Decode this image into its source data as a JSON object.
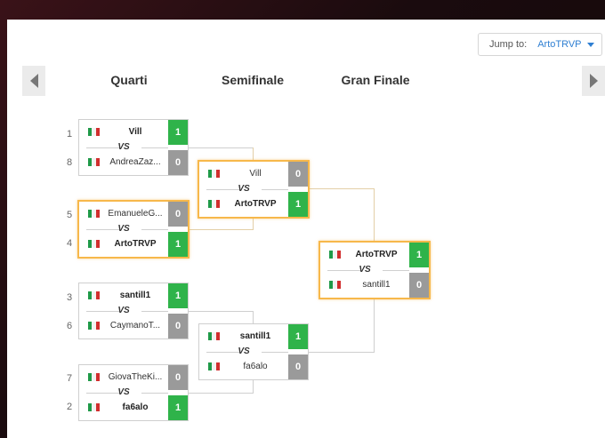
{
  "jump": {
    "label": "Jump to:",
    "value": "ArtoTRVP"
  },
  "rounds": [
    "Quarti",
    "Semifinale",
    "Gran Finale"
  ],
  "vs_label": "VS",
  "matches": {
    "q1": {
      "seed_top": "1",
      "seed_bot": "8",
      "p1": "Vill",
      "s1": "1",
      "p2": "AndreaZaz...",
      "s2": "0"
    },
    "q2": {
      "seed_top": "5",
      "seed_bot": "4",
      "p1": "EmanueleG...",
      "s1": "0",
      "p2": "ArtoTRVP",
      "s2": "1"
    },
    "q3": {
      "seed_top": "3",
      "seed_bot": "6",
      "p1": "santill1",
      "s1": "1",
      "p2": "CaymanoT...",
      "s2": "0"
    },
    "q4": {
      "seed_top": "7",
      "seed_bot": "2",
      "p1": "GiovaTheKi...",
      "s1": "0",
      "p2": "fa6alo",
      "s2": "1"
    },
    "s1": {
      "p1": "Vill",
      "s1": "0",
      "p2": "ArtoTRVP",
      "s2": "1"
    },
    "s2": {
      "p1": "santill1",
      "s1": "1",
      "p2": "fa6alo",
      "s2": "0"
    },
    "f": {
      "p1": "ArtoTRVP",
      "s1": "1",
      "p2": "santill1",
      "s2": "0"
    }
  },
  "colors": {
    "win": "#2fb34a",
    "lose": "#9a9a9a",
    "highlight": "#f7b84b",
    "link": "#2f7fd2"
  },
  "flag": "italy-flag"
}
